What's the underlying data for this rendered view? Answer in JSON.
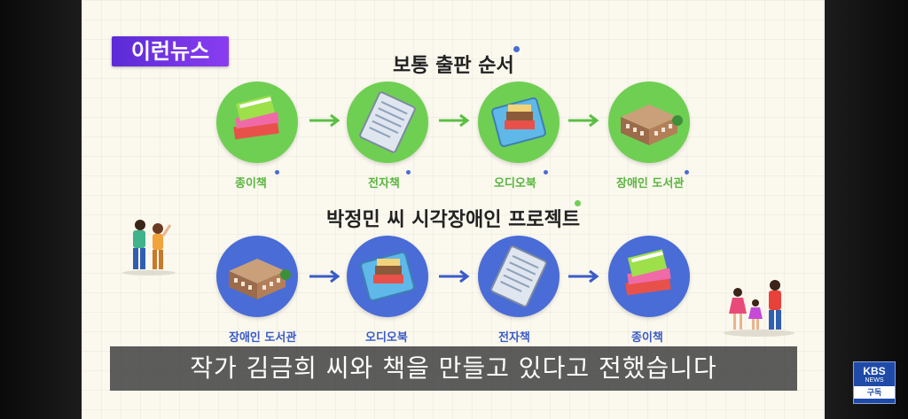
{
  "badge": {
    "label": "이런뉴스"
  },
  "section_top": {
    "title": "보통 출판 순서",
    "steps": [
      "종이책",
      "전자책",
      "오디오북",
      "장애인 도서관"
    ]
  },
  "section_bottom": {
    "title": "박정민 씨 시각장애인 프로젝트",
    "steps": [
      "장애인 도서관",
      "오디오북",
      "전자책",
      "종이책"
    ]
  },
  "subtitle": "작가 김금희 씨와 책을 만들고 있다고 전했습니다",
  "logo": {
    "line1": "KBS",
    "line2": "NEWS",
    "line3": "구독"
  },
  "colors": {
    "green": "#6fcf52",
    "blue": "#4a6cd6",
    "badge": "#6a32e0"
  }
}
